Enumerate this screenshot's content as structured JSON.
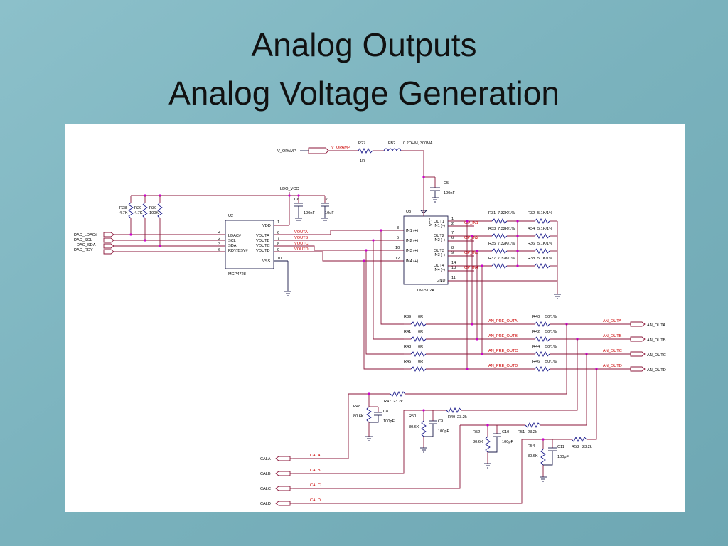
{
  "slide": {
    "title_line1": "Analog Outputs",
    "title_line2": "Analog Voltage Generation"
  },
  "schematic": {
    "power": {
      "v_opamp_label": "V_OPAMP",
      "v_opamp_net": "V_OPAMP",
      "ldo_vcc": "LDO_VCC"
    },
    "ferrite": {
      "ref": "FB2",
      "value": "0.2OHM, 300MA"
    },
    "r27": {
      "ref": "R27",
      "value": "1R"
    },
    "caps": [
      {
        "ref": "C5",
        "value": "100nF"
      },
      {
        "ref": "C6",
        "value": "100nF"
      },
      {
        "ref": "C7",
        "value": "10uF"
      },
      {
        "ref": "C8",
        "value": "100pF"
      },
      {
        "ref": "C9",
        "value": "100pF"
      },
      {
        "ref": "C10",
        "value": "100pF"
      },
      {
        "ref": "C11",
        "value": "100pF"
      }
    ],
    "pullups": [
      {
        "ref": "R28",
        "value": "4.7K"
      },
      {
        "ref": "R29",
        "value": "4.7K"
      },
      {
        "ref": "R30",
        "value": "100K"
      }
    ],
    "dac_signals": [
      "DAC_LDAC#",
      "DAC_SCL",
      "DAC_SDA",
      "DAC_RDY"
    ],
    "u2": {
      "ref": "U2",
      "part": "MCP4728",
      "pins_left": [
        "LDAC#",
        "SCL",
        "SDA",
        "RDY/BSY#"
      ],
      "pins_left_nums": [
        "4",
        "2",
        "3",
        "6"
      ],
      "pins_right": [
        "VDD",
        "VOUTA",
        "VOUTB",
        "VOUTC",
        "VOUTD",
        "VSS"
      ],
      "pins_right_nums": [
        "1",
        "6",
        "7",
        "8",
        "9",
        "10"
      ],
      "nets": [
        "VOUTA",
        "VOUTB",
        "VOUTC",
        "VOUTD"
      ]
    },
    "u3": {
      "ref": "U3",
      "part": "LM2902A",
      "vcc": "VCC",
      "pins_left": [
        "IN1 (+)",
        "IN2 (+)",
        "IN3 (+)",
        "IN4 (+)"
      ],
      "pins_left_nums": [
        "3",
        "5",
        "10",
        "12"
      ],
      "pins_right": [
        "OUT1",
        "IN1 (-)",
        "OUT2",
        "IN2 (-)",
        "OUT3",
        "IN3 (-)",
        "OUT4",
        "IN4 (-)",
        "GND"
      ],
      "pins_right_nums": [
        "1",
        "2",
        "7",
        "6",
        "8",
        "9",
        "14",
        "13",
        "11"
      ],
      "nets": [
        "OP_IN1",
        "OP_IN2",
        "OP_IN3",
        "OP_IN4"
      ]
    },
    "gain_resistors": [
      {
        "ref": "R31",
        "value": "7.32K/1%"
      },
      {
        "ref": "R32",
        "value": "5.1K/1%"
      },
      {
        "ref": "R33",
        "value": "7.32K/1%"
      },
      {
        "ref": "R34",
        "value": "5.1K/1%"
      },
      {
        "ref": "R35",
        "value": "7.32K/1%"
      },
      {
        "ref": "R36",
        "value": "5.1K/1%"
      },
      {
        "ref": "R37",
        "value": "7.32K/1%"
      },
      {
        "ref": "R38",
        "value": "5.1K/1%"
      }
    ],
    "zero_ohm": [
      {
        "ref": "R39",
        "value": "0R"
      },
      {
        "ref": "R41",
        "value": "0R"
      },
      {
        "ref": "R43",
        "value": "0R"
      },
      {
        "ref": "R45",
        "value": "0R"
      }
    ],
    "pre_nets": [
      "AN_PRE_OUTA",
      "AN_PRE_OUTB",
      "AN_PRE_OUTC",
      "AN_PRE_OUTD"
    ],
    "series_50": [
      {
        "ref": "R40",
        "value": "50/1%"
      },
      {
        "ref": "R42",
        "value": "50/1%"
      },
      {
        "ref": "R44",
        "value": "50/1%"
      },
      {
        "ref": "R46",
        "value": "50/1%"
      }
    ],
    "out_nets": [
      "AN_OUTA",
      "AN_OUTB",
      "AN_OUTC",
      "AN_OUTD"
    ],
    "out_ports": [
      "AN_OUTA",
      "AN_OUTB",
      "AN_OUTC",
      "AN_OUTD"
    ],
    "cal_series": [
      {
        "ref": "R47",
        "value": "23.2k"
      },
      {
        "ref": "R49",
        "value": "23.2k"
      },
      {
        "ref": "R51",
        "value": "23.2k"
      },
      {
        "ref": "R53",
        "value": "23.2k"
      }
    ],
    "cal_shunt": [
      {
        "ref": "R48",
        "value": "80.6K"
      },
      {
        "ref": "R50",
        "value": "80.6K"
      },
      {
        "ref": "R52",
        "value": "80.6K"
      },
      {
        "ref": "R54",
        "value": "80.6K"
      }
    ],
    "cal_ports": [
      "CALA",
      "CALB",
      "CALC",
      "CALD"
    ],
    "cal_nets": [
      "CALA",
      "CALB",
      "CALC",
      "CALD"
    ]
  }
}
